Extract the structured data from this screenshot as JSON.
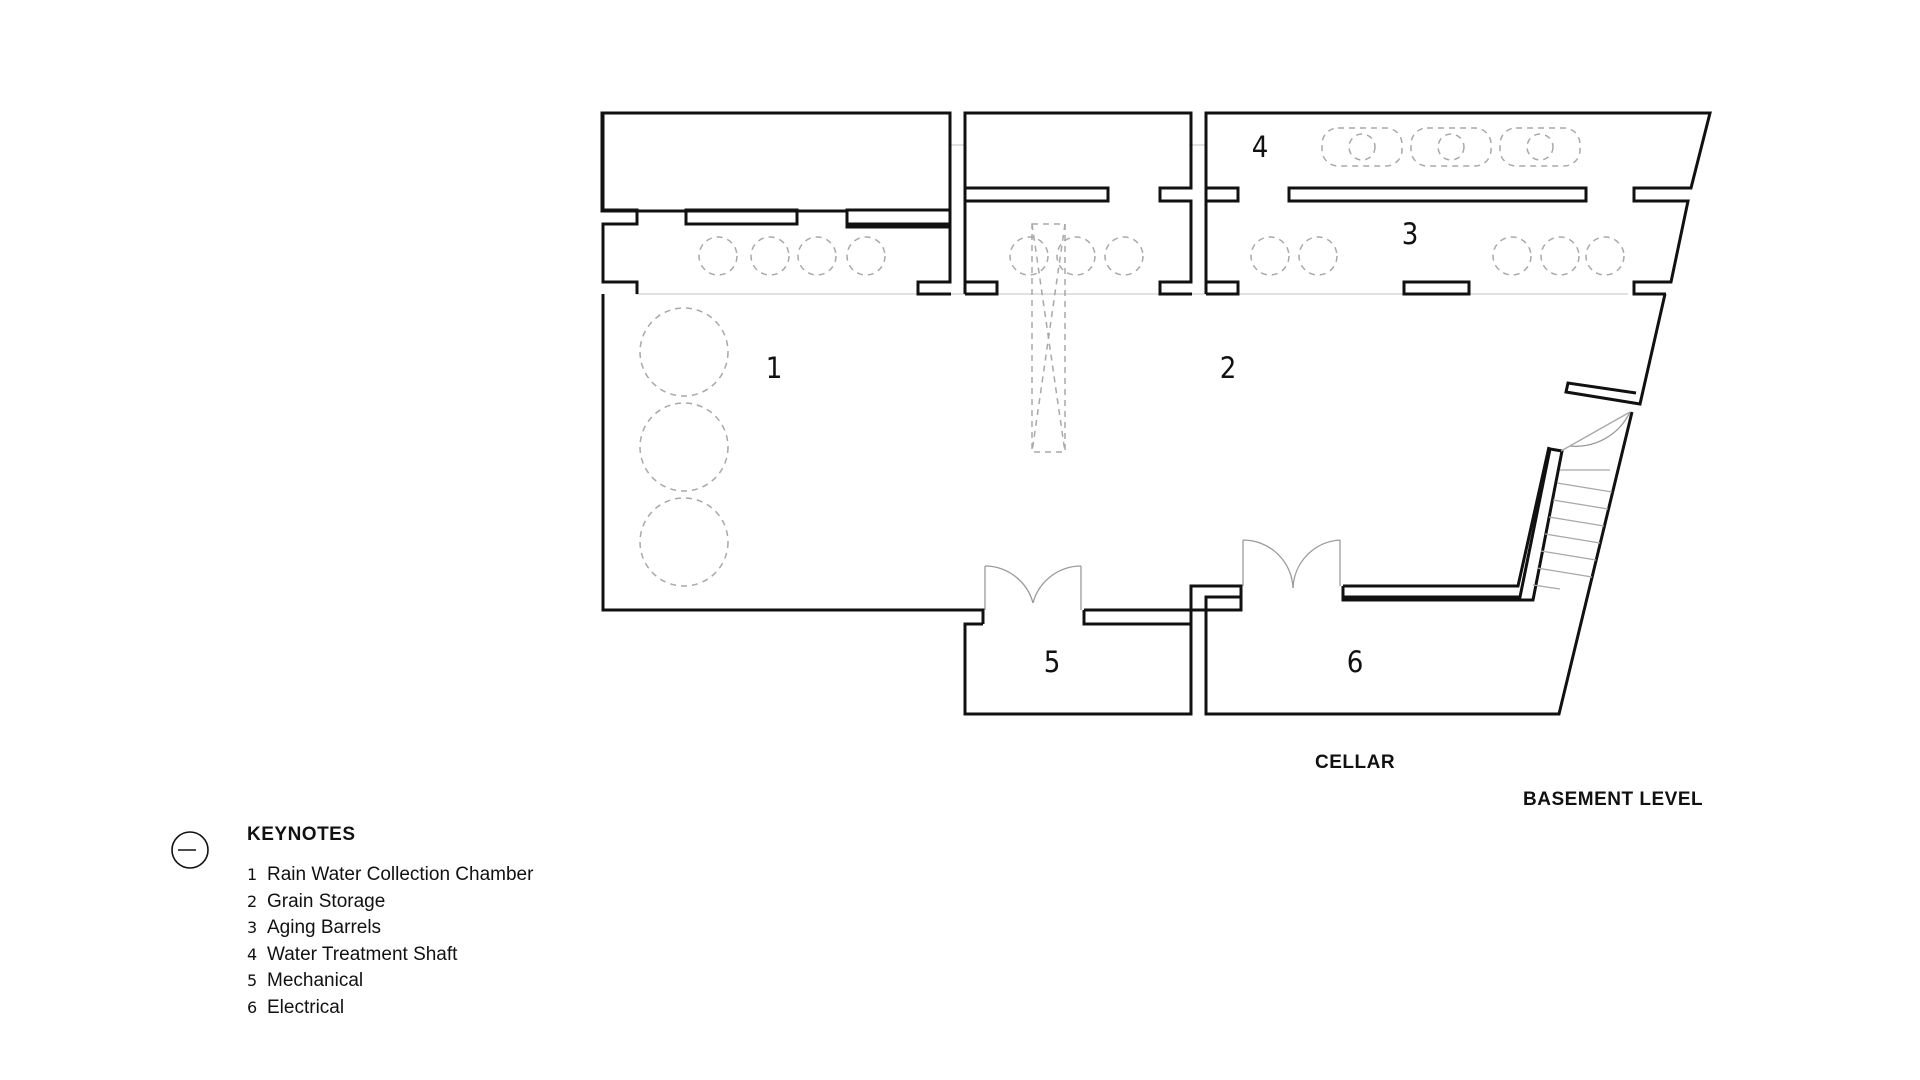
{
  "plan": {
    "room_numbers": [
      "1",
      "2",
      "3",
      "4",
      "5",
      "6"
    ]
  },
  "labels": {
    "cellar": "CELLAR",
    "level": "BASEMENT LEVEL"
  },
  "keynotes": {
    "title": "KEYNOTES",
    "items": [
      {
        "num": "1",
        "label": "Rain Water Collection Chamber"
      },
      {
        "num": "2",
        "label": "Grain Storage"
      },
      {
        "num": "3",
        "label": "Aging Barrels"
      },
      {
        "num": "4",
        "label": "Water Treatment Shaft"
      },
      {
        "num": "5",
        "label": "Mechanical"
      },
      {
        "num": "6",
        "label": "Electrical"
      }
    ]
  },
  "icons": {
    "north_arrow": "north-arrow-icon"
  },
  "colors": {
    "line": "#111111",
    "dashed": "#a8a8a8",
    "background": "#ffffff"
  }
}
